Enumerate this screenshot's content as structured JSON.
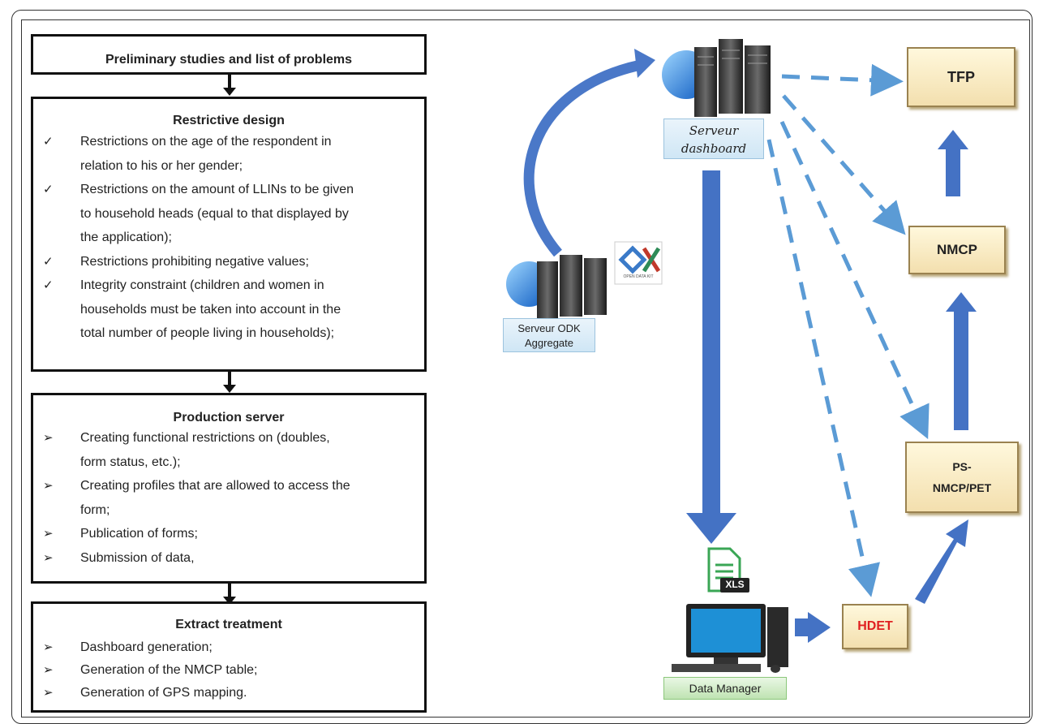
{
  "flow": {
    "box1": {
      "title": "Preliminary studies and list of problems"
    },
    "box2": {
      "title": "Restrictive design",
      "bullet": "✓",
      "items": [
        "Restrictions on the age of the respondent in",
        "relation to his or her gender;",
        "Restrictions on the amount of LLINs to be given",
        "to household heads (equal to that displayed by",
        "the application);",
        "Restrictions prohibiting negative values;",
        "Integrity constraint (children and women in",
        "households must be taken into account in the",
        "total number of people living in households);"
      ]
    },
    "box3": {
      "title": "Production server",
      "bullet": "➢",
      "items": [
        "Creating functional restrictions on (doubles,",
        "form status, etc.);",
        "Creating profiles that are allowed to access the",
        "form;",
        "Publication of forms;",
        "Submission of data,"
      ]
    },
    "box4": {
      "title": "Extract treatment",
      "bullet": "➢",
      "items": [
        "Dashboard generation;",
        "Generation of the NMCP table;",
        "Generation of GPS mapping."
      ]
    }
  },
  "diagram": {
    "server_dashboard": {
      "line1": "Serveur",
      "line2": "dashboard"
    },
    "server_odk": {
      "line1": "Serveur ODK",
      "line2": "Aggregate",
      "logo_text": "OPEN DATA KIT"
    },
    "data_manager": "Data Manager",
    "xls_label": "XLS",
    "tfp": "TFP",
    "nmcp": "NMCP",
    "ps_line1": "PS-",
    "ps_line2": "NMCP/PET",
    "hdet": "HDET",
    "colors": {
      "arrow": "#4a78c8",
      "dashed": "#5b9bd5",
      "hdet_text": "#e02020",
      "gold": "#f3dfae"
    }
  }
}
